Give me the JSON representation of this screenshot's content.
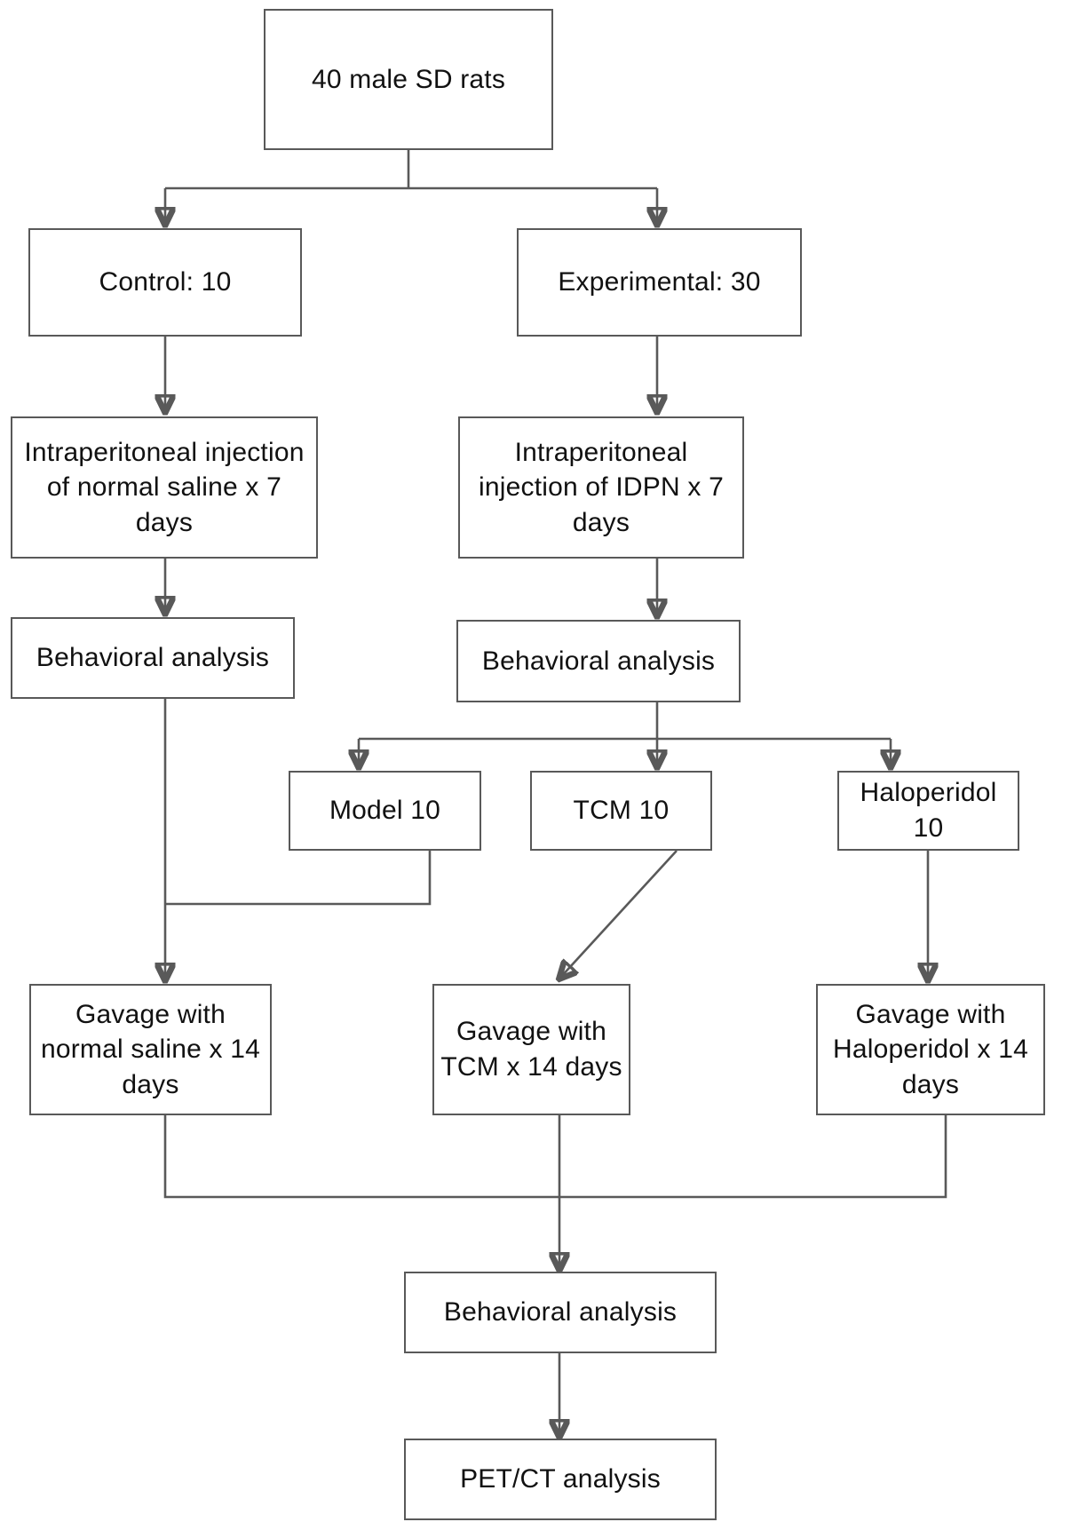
{
  "diagram": {
    "title": "Experimental workflow flowchart",
    "type": "flowchart",
    "stroke_color": "#595959",
    "text_color": "#111111",
    "background_color": "#ffffff",
    "nodes": {
      "root": "40 male SD rats",
      "control": "Control: 10",
      "experimental": "Experimental:  30",
      "control_injection": "Intraperitoneal injection of normal saline x 7 days",
      "experimental_injection": "Intraperitoneal injection of IDPN x 7 days",
      "control_behavior": "Behavioral analysis",
      "experimental_behavior": "Behavioral analysis",
      "model_group": "Model 10",
      "tcm_group": "TCM 10",
      "haloperidol_group": "Haloperidol 10",
      "gavage_saline": "Gavage with normal saline x 14 days",
      "gavage_tcm": "Gavage with TCM x 14 days",
      "gavage_haloperidol": "Gavage with Haloperidol x 14 days",
      "final_behavior": "Behavioral analysis",
      "pet_ct": "PET/CT analysis"
    }
  }
}
